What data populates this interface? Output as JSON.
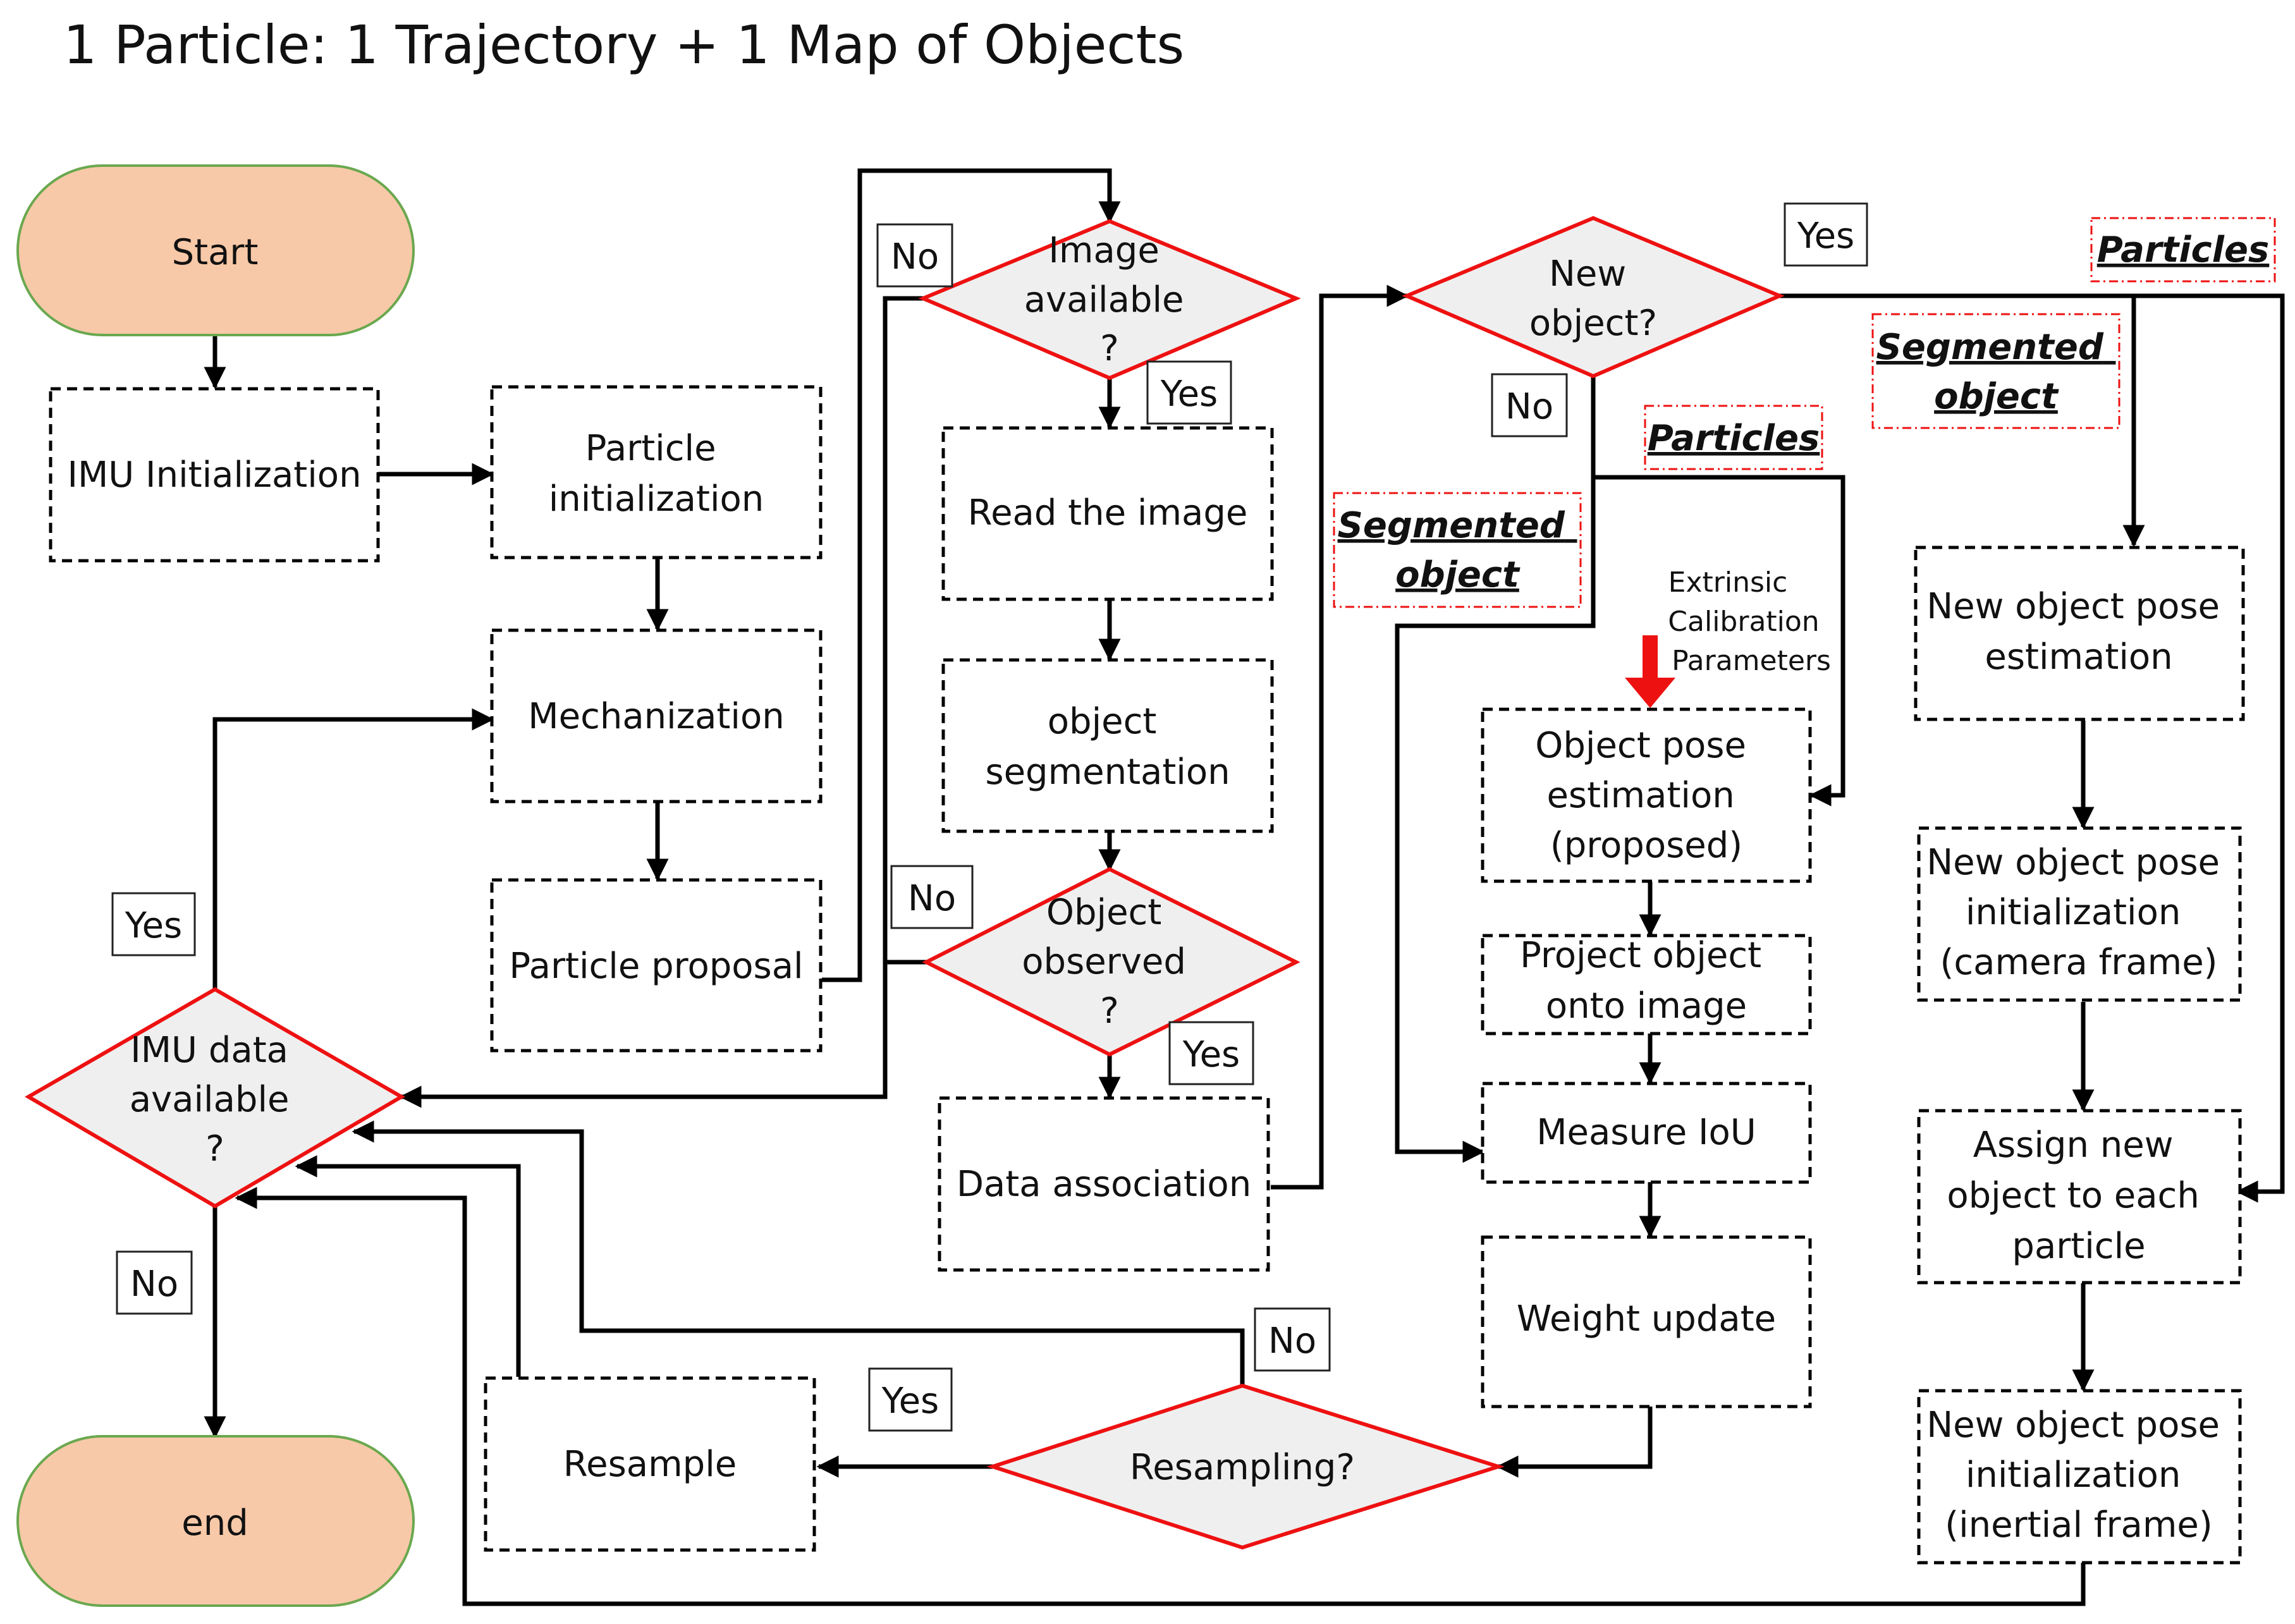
{
  "title": "1 Particle: 1 Trajectory + 1 Map of Objects",
  "colors": {
    "terminal_fill": "#f8c9a8",
    "terminal_stroke": "#6aa84f",
    "decision_fill": "#efefef",
    "decision_stroke": "#ee1111",
    "red_label_border": "#ee1111",
    "arrow_red": "#ee1111",
    "line": "#000000"
  },
  "nodes": {
    "start": "Start",
    "end": "end",
    "imu_init": "IMU Initialization",
    "particle_init": [
      "Particle",
      "initialization"
    ],
    "mechanization": "Mechanization",
    "particle_proposal": "Particle proposal",
    "image_available": [
      "Image",
      "available",
      "?"
    ],
    "read_image": "Read the image",
    "object_segmentation": [
      "object",
      "segmentation"
    ],
    "object_observed": [
      "Object",
      "observed",
      "?"
    ],
    "data_association": "Data association",
    "new_object": [
      "New",
      "object?"
    ],
    "imu_available": [
      "IMU data",
      "available",
      "?"
    ],
    "resample": "Resample",
    "resampling": "Resampling?",
    "object_pose_est": [
      "Object pose",
      "estimation",
      "(proposed)"
    ],
    "project_object": [
      "Project object",
      "onto image"
    ],
    "measure_iou": "Measure IoU",
    "weight_update": "Weight update",
    "new_pose_est": [
      "New object pose",
      "estimation"
    ],
    "new_pose_init_cam": [
      "New object pose",
      "initialization",
      "(camera frame)"
    ],
    "assign_new": [
      "Assign new",
      "object to each",
      "particle"
    ],
    "new_pose_init_inertial": [
      "New object pose",
      "initialization",
      "(inertial frame)"
    ]
  },
  "labels": {
    "no_image": "No",
    "yes_image": "Yes",
    "no_observed": "No",
    "yes_observed": "Yes",
    "yes_new": "Yes",
    "no_new": "No",
    "yes_imu": "Yes",
    "no_imu": "No",
    "no_resampling": "No",
    "yes_resampling": "Yes",
    "extrinsic": [
      "Extrinsic",
      "Calibration",
      "Parameters"
    ],
    "particles_1": "Particles",
    "particles_2": "Particles",
    "segmented_1": [
      "Segmented",
      "object"
    ],
    "segmented_2": [
      "Segmented",
      "object"
    ]
  }
}
